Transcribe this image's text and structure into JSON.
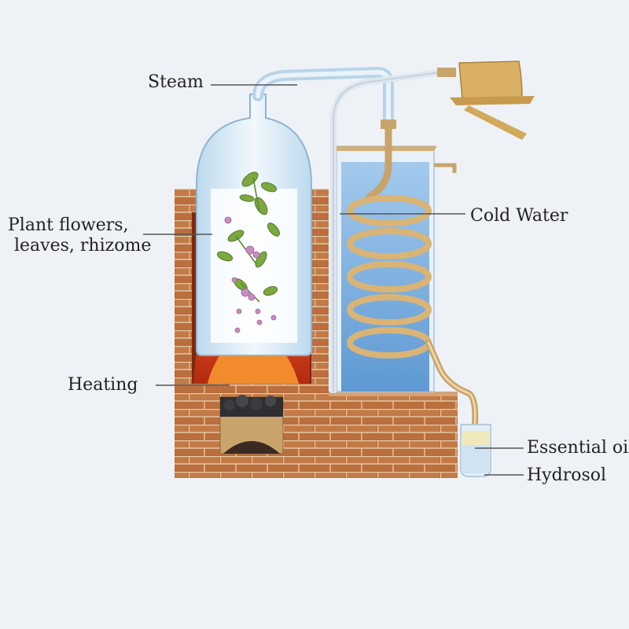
{
  "labels": {
    "steam": "Steam",
    "plant_line1": "Plant flowers,",
    "plant_line2": "leaves, rhizome",
    "heating": "Heating",
    "cold_water": "Cold Water",
    "essential_oil": "Essential oil",
    "hydrosol": "Hydrosol"
  },
  "colors": {
    "background": "#eef2f7",
    "brick": "#b5693a",
    "mortar": "#e6c9a4",
    "fire": "#e8501e",
    "glass": "#cfe4f2",
    "water": "#5f9fd6",
    "copper": "#d9b476",
    "label_line": "#555555"
  }
}
